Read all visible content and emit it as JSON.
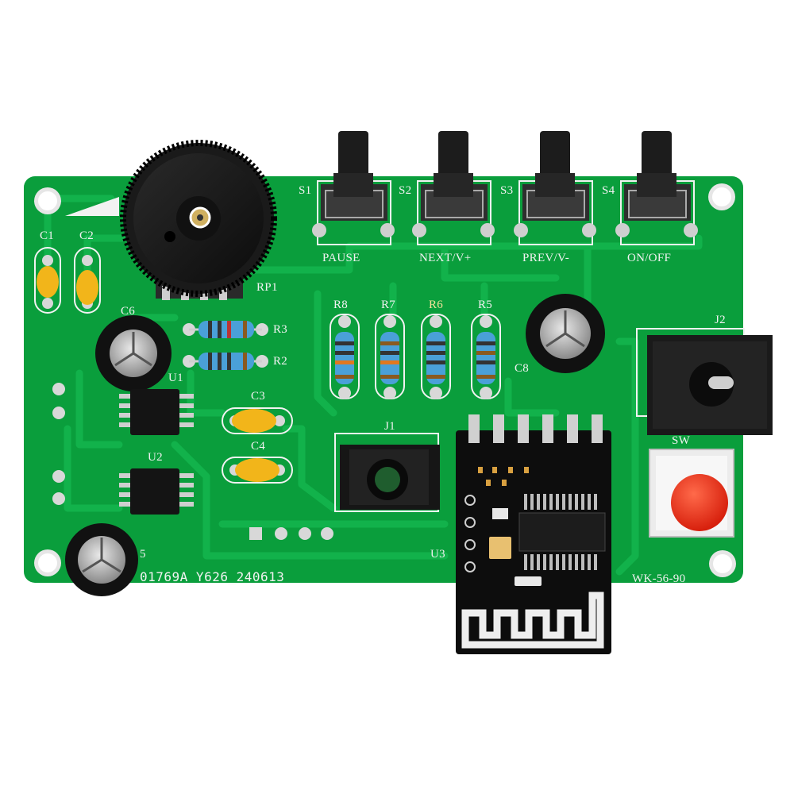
{
  "board": {
    "serial": "01769A_Y626_240613",
    "model": "WK-56-90",
    "colors": {
      "pcb": "#0a9e3c",
      "trace": "#12b24b",
      "silkscreen": "#f2f2f2",
      "pad": "#d8d8d8"
    }
  },
  "buttons": [
    {
      "ref": "S1",
      "label": "PAUSE"
    },
    {
      "ref": "S2",
      "label": "NEXT/V+"
    },
    {
      "ref": "S3",
      "label": "PREV/V-"
    },
    {
      "ref": "S4",
      "label": "ON/OFF"
    }
  ],
  "designators": {
    "c1": "C1",
    "c2": "C2",
    "c3": "C3",
    "c4": "C4",
    "c5": "5",
    "c6": "C6",
    "c8": "C8",
    "r2": "R2",
    "r3": "R3",
    "r5": "R5",
    "r6": "R6",
    "r7": "R7",
    "r8": "R8",
    "rp1": "RP1",
    "u1": "U1",
    "u2": "U2",
    "u3": "U3",
    "j1": "J1",
    "j2": "J2",
    "sw": "SW"
  }
}
